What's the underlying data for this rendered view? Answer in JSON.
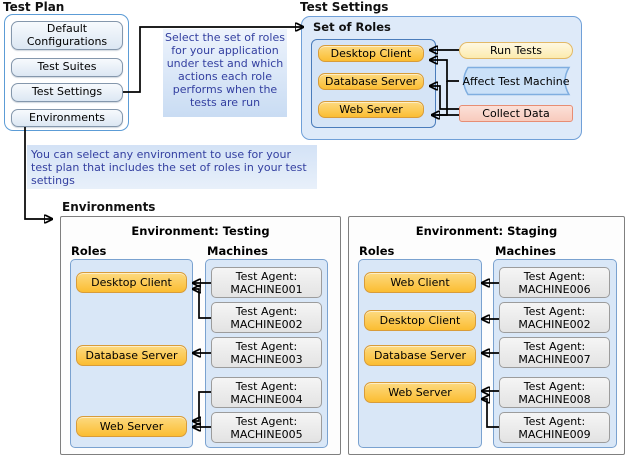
{
  "titles": {
    "test_plan": "Test Plan",
    "test_settings": "Test Settings",
    "environments_label": "Environments",
    "set_of_roles": "Set of Roles"
  },
  "test_plan": {
    "items": [
      {
        "label": "Default Configurations"
      },
      {
        "label": "Test Suites"
      },
      {
        "label": "Test Settings"
      },
      {
        "label": "Environments"
      }
    ]
  },
  "notes": {
    "roles_note": "Select the set of roles for your application under test and which actions each role performs when the tests are run",
    "environment_note": "You can select any environment to use for your test plan that includes the set of roles in your test settings"
  },
  "test_settings": {
    "roles": [
      {
        "label": "Desktop Client"
      },
      {
        "label": "Database Server"
      },
      {
        "label": "Web Server"
      }
    ],
    "actions": [
      {
        "label": "Run Tests"
      },
      {
        "label": "Affect Test Machine"
      },
      {
        "label": "Collect Data"
      }
    ],
    "connections": [
      "Run Tests -> Desktop Client",
      "Affect Test Machine -> Desktop Client",
      "Affect Test Machine -> Web Server",
      "Collect Data -> Database Server",
      "Collect Data -> Web Server"
    ]
  },
  "environments": [
    {
      "title": "Environment: Testing",
      "roles_label": "Roles",
      "machines_label": "Machines",
      "roles": [
        {
          "label": "Desktop Client"
        },
        {
          "label": "Database Server"
        },
        {
          "label": "Web Server"
        }
      ],
      "machines": [
        {
          "line1": "Test Agent:",
          "line2": "MACHINE001"
        },
        {
          "line1": "Test Agent:",
          "line2": "MACHINE002"
        },
        {
          "line1": "Test Agent:",
          "line2": "MACHINE003"
        },
        {
          "line1": "Test Agent:",
          "line2": "MACHINE004"
        },
        {
          "line1": "Test Agent:",
          "line2": "MACHINE005"
        }
      ],
      "connections": [
        "MACHINE001 -> Desktop Client",
        "MACHINE002 -> Desktop Client",
        "MACHINE003 -> Database Server",
        "MACHINE004 -> Web Server",
        "MACHINE005 -> Web Server"
      ]
    },
    {
      "title": "Environment: Staging",
      "roles_label": "Roles",
      "machines_label": "Machines",
      "roles": [
        {
          "label": "Web Client"
        },
        {
          "label": "Desktop Client"
        },
        {
          "label": "Database Server"
        },
        {
          "label": "Web Server"
        }
      ],
      "machines": [
        {
          "line1": "Test Agent:",
          "line2": "MACHINE006"
        },
        {
          "line1": "Test Agent:",
          "line2": "MACHINE002"
        },
        {
          "line1": "Test Agent:",
          "line2": "MACHINE007"
        },
        {
          "line1": "Test Agent:",
          "line2": "MACHINE008"
        },
        {
          "line1": "Test Agent:",
          "line2": "MACHINE009"
        }
      ],
      "connections": [
        "MACHINE006 -> Web Client",
        "MACHINE002 -> Desktop Client",
        "MACHINE007 -> Database Server",
        "MACHINE008 -> Web Server",
        "MACHINE009 -> Web Server"
      ]
    }
  ],
  "colors": {
    "test_plan_border": "#5C9CD6",
    "panel_blue_fill": "#DEEAF9",
    "panel_blue_border": "#70A0D8",
    "inner_box_border": "#4A7CBB",
    "role_fill": "#FBC53F",
    "role_border": "#D89C3A",
    "note_text": "#333FA0",
    "action_run_tests_fill": "#FCEBAE",
    "action_run_tests_border": "#E2B967",
    "action_affect_fill": "#CBE1F8",
    "action_affect_border": "#7FAEE0",
    "action_collect_fill": "#F8CBBD",
    "action_collect_border": "#E78D74",
    "machine_fill": "#ECECEC",
    "machine_border": "#9C9C9C",
    "env_panel_border": "#7F7F7F",
    "line_color": "#000000"
  }
}
